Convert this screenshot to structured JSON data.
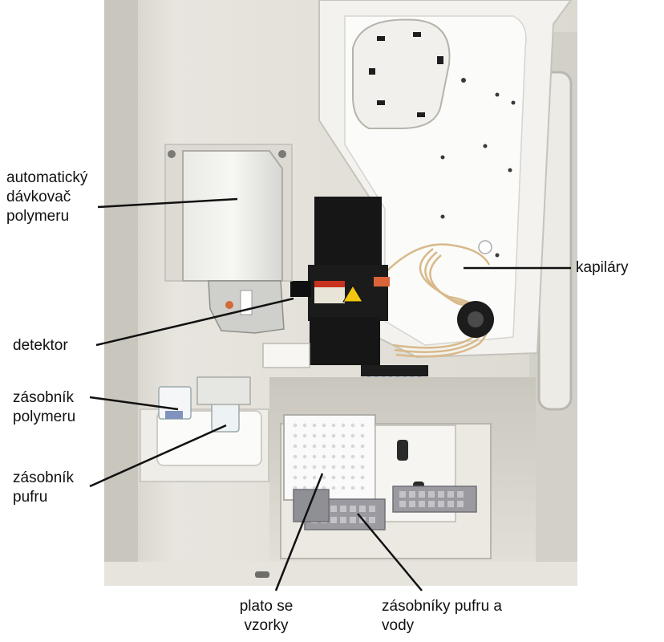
{
  "labels": {
    "dispenser": "automatický\ndávkovač\npolymeru",
    "detector": "detektor",
    "polymer_reservoir": "zásobník\npolymeru",
    "buffer_reservoir": "zásobník\npufru",
    "capillaries": "kapiláry",
    "sample_plate": "plato se\nvzorky",
    "buffer_water_reservoirs": "zásobníky pufru a\nvody"
  },
  "colors": {
    "background": "#ffffff",
    "cabinet": "#e3e1da",
    "panel": "#f0efea",
    "instrument_black": "#161616",
    "plate_gray": "#9a9aa0",
    "warning_red": "#c8321e",
    "label_text": "#111111",
    "leader_line": "#111111"
  }
}
